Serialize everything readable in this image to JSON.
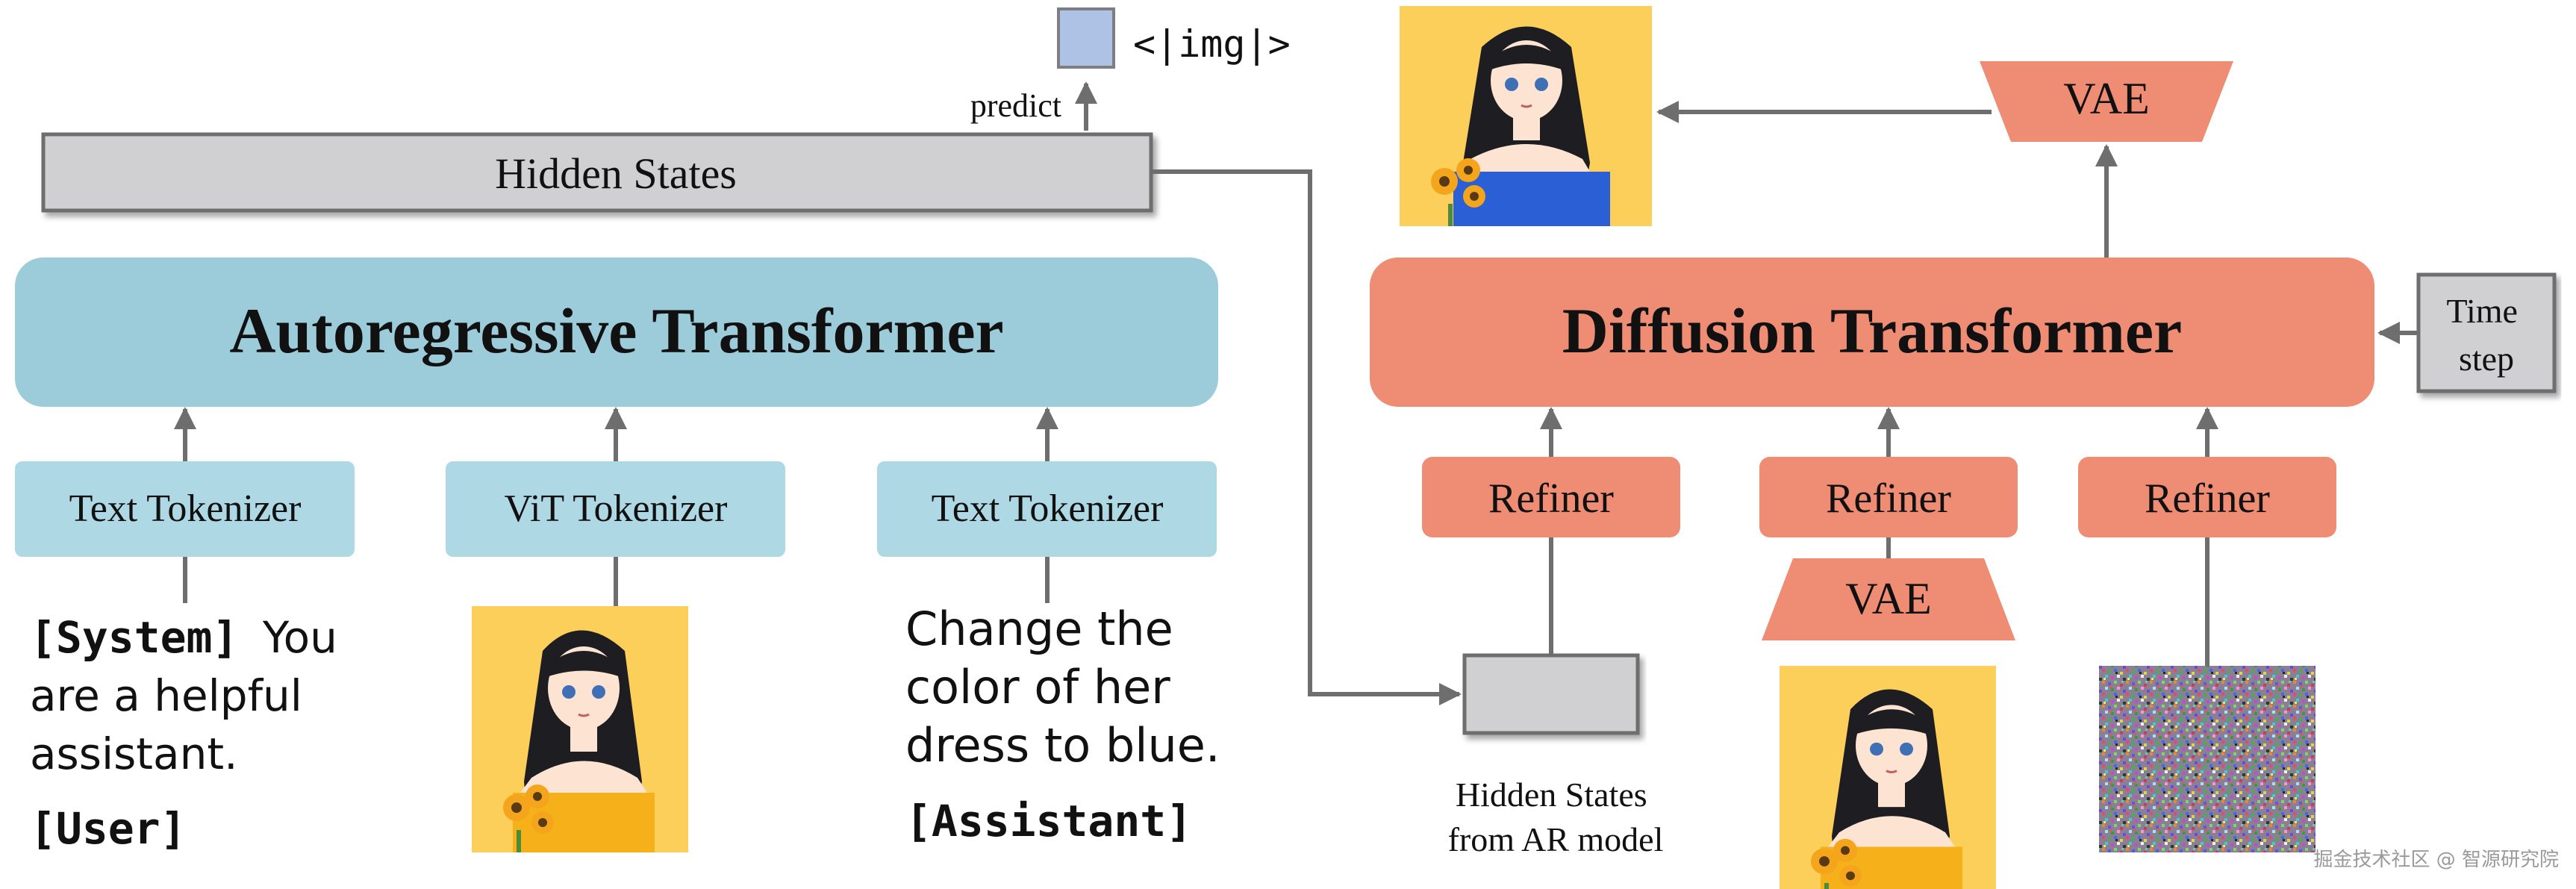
{
  "image_token": "<|img|>",
  "predict_label": "predict",
  "hidden_states_label": "Hidden States",
  "ar_transformer": {
    "title": "Autoregressive Transformer",
    "inputs": [
      {
        "tokenizer": "Text Tokenizer"
      },
      {
        "tokenizer": "ViT Tokenizer"
      },
      {
        "tokenizer": "Text Tokenizer"
      }
    ],
    "system_prompt": {
      "tag": "[System]",
      "lines": [
        "You",
        "are a helpful",
        "assistant."
      ]
    },
    "user_tag": "[User]",
    "instruction_lines": [
      "Change the",
      "color of her",
      "dress to blue."
    ],
    "assistant_tag": "[Assistant]"
  },
  "diffusion": {
    "title": "Diffusion Transformer",
    "refiner_label": "Refiner",
    "vae_label": "VAE",
    "timestep_lines": [
      "Time",
      "step"
    ],
    "ar_hidden_lines": [
      "Hidden States",
      "from AR model"
    ]
  },
  "watermark": "掘金技术社区 @ 智源研究院",
  "colors": {
    "ar_blue": "#9ccbd9",
    "tokenizer_blue": "#aed8e3",
    "diffusion_salmon": "#ee8c74",
    "gray_box": "#d0d0d2",
    "token_square": "#aec2e6",
    "arrow": "#6e6e6e"
  }
}
